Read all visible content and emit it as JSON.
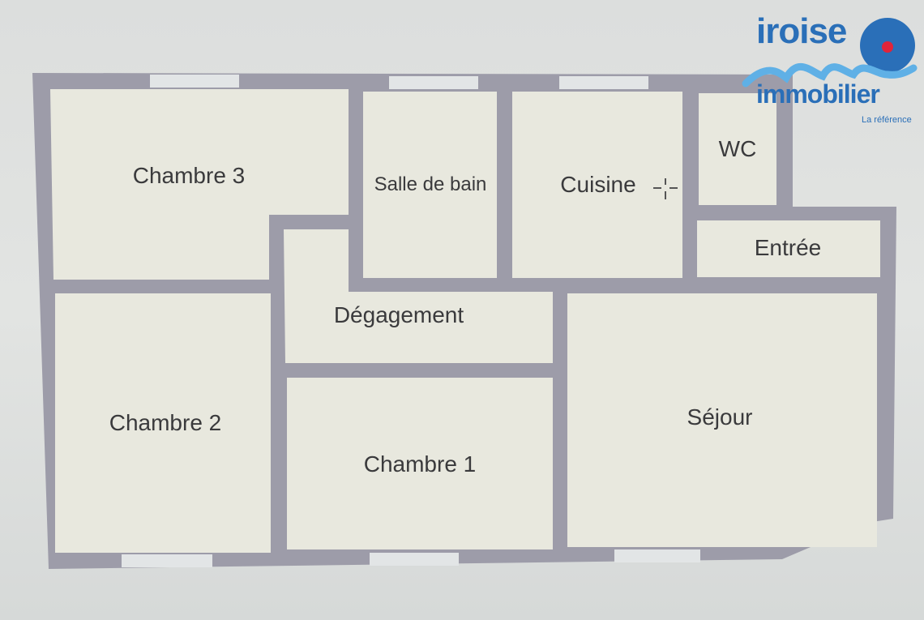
{
  "logo": {
    "brand_top": "iroise",
    "brand_bottom": "immobilier",
    "tagline": "La référence",
    "colors": {
      "blue": "#2a6fb8",
      "light_blue": "#5fb0e6",
      "red": "#e0243a"
    }
  },
  "rooms": {
    "chambre3": "Chambre 3",
    "salle_de_bain": "Salle de bain",
    "cuisine": "Cuisine",
    "wc": "WC",
    "entree": "Entrée",
    "degagement": "Dégagement",
    "chambre2": "Chambre 2",
    "chambre1": "Chambre 1",
    "sejour": "Séjour"
  },
  "colors": {
    "wall": "#9d9ca9",
    "floor": "#e8e8de"
  }
}
